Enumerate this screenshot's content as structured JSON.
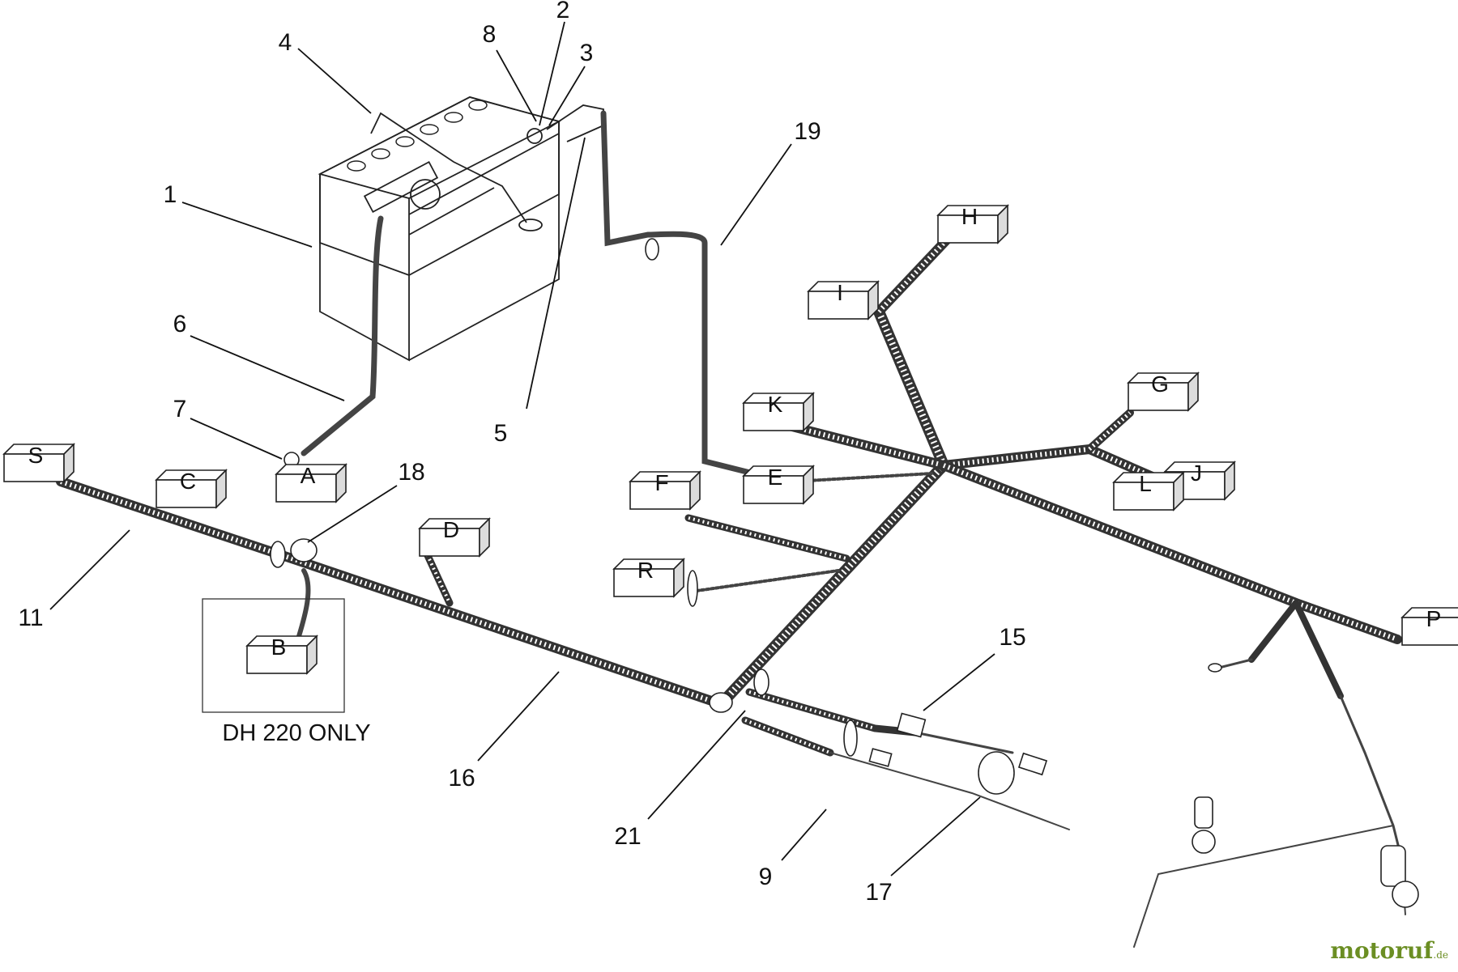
{
  "callouts": [
    "1",
    "2",
    "3",
    "4",
    "5",
    "6",
    "7",
    "8",
    "9",
    "11",
    "15",
    "16",
    "17",
    "18",
    "19",
    "21"
  ],
  "connectors": [
    "A",
    "B",
    "C",
    "D",
    "E",
    "F",
    "G",
    "H",
    "I",
    "J",
    "K",
    "L",
    "P",
    "R",
    "S"
  ],
  "note": "DH 220 ONLY",
  "watermark": {
    "brand": "motoruf",
    "suffix": ".de"
  }
}
